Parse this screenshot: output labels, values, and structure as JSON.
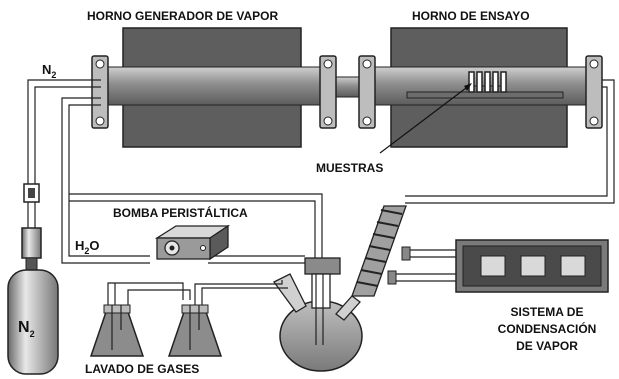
{
  "labels": {
    "steam_furnace": "HORNO GENERADOR DE VAPOR",
    "test_furnace": "HORNO DE ENSAYO",
    "samples": "MUESTRAS",
    "pump": "BOMBA PERISTÁLTICA",
    "gas_washing": "LAVADO DE GASES",
    "condenser_line1": "SISTEMA DE",
    "condenser_line2": "CONDENSACIÓN",
    "condenser_line3": "DE VAPOR",
    "n2_pipe_main": "N",
    "n2_pipe_sub": "2",
    "n2_tank_main": "N",
    "n2_tank_sub": "2",
    "water_h": "H",
    "water_sub": "2",
    "water_o": "O"
  }
}
